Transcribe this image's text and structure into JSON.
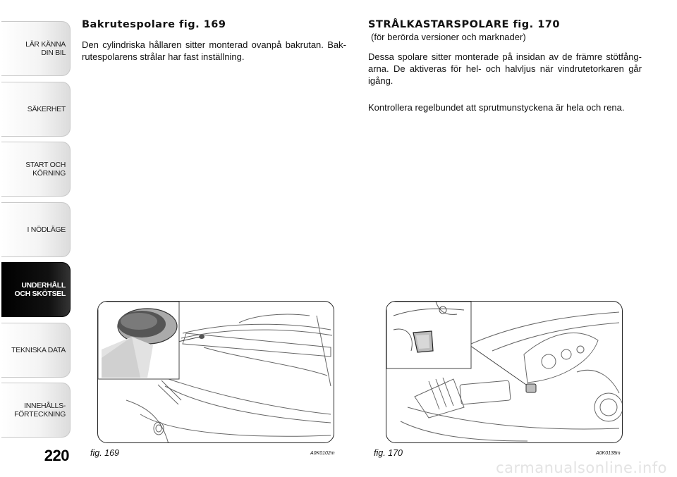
{
  "sidebar": {
    "tabs": [
      {
        "label": "LÄR KÄNNA\nDIN BIL",
        "active": false
      },
      {
        "label": "SÄKERHET",
        "active": false
      },
      {
        "label": "START OCH\nKÖRNING",
        "active": false
      },
      {
        "label": "I NÖDLÄGE",
        "active": false
      },
      {
        "label": "UNDERHÅLL\nOCH SKÖTSEL",
        "active": true
      },
      {
        "label": "TEKNISKA DATA",
        "active": false
      },
      {
        "label": "INNEHÅLLS-\nFÖRTECKNING",
        "active": false
      }
    ]
  },
  "page_number": "220",
  "left": {
    "heading": "Bakrutespolare fig. 169",
    "body": "Den cylindriska hållaren sitter monterad ovanpå bakrutan. Bak-rutespolarens strålar har fast inställning."
  },
  "right": {
    "heading": "STRÅLKASTARSPOLARE fig. 170",
    "subheading": "(för berörda versioner och marknader)",
    "para1": "Dessa spolare sitter monterade på insidan av de främre stötfång-arna. De aktiveras för hel- och halvljus när vindrutetorkaren går igång.",
    "para2": "Kontrollera regelbundet att sprutmunstyckena är hela och rena."
  },
  "figures": [
    {
      "label": "fig. 169",
      "code": "A0K0102m"
    },
    {
      "label": "fig. 170",
      "code": "A0K0138m"
    }
  ],
  "footer": {
    "watermark": "carmanualsonline.info"
  }
}
